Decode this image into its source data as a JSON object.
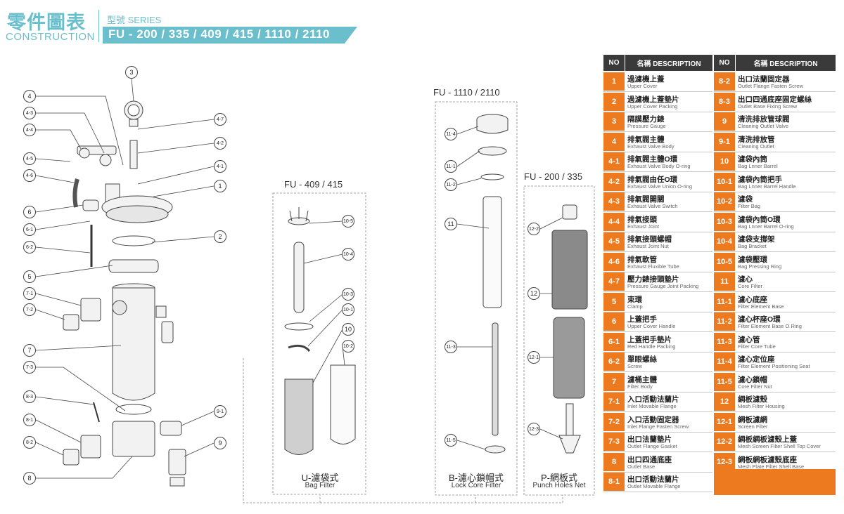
{
  "header": {
    "title_zh": "零件圖表",
    "title_en": "CONSTRUCTION",
    "series_label": "型號 SERIES",
    "models": "FU - 200 / 335 / 409 / 415 / 1110 / 2110"
  },
  "colors": {
    "accent": "#6bbfcc",
    "table_orange": "#ee7a1f",
    "table_header": "#3a3a3a"
  },
  "main_callouts": [
    "3",
    "4",
    "4-3",
    "4-4",
    "4-5",
    "4-6",
    "6",
    "6-1",
    "6-2",
    "5",
    "7-1",
    "7-2",
    "7",
    "7-3",
    "8-3",
    "8-1",
    "8-2",
    "8",
    "4-7",
    "4-2",
    "4-1",
    "1",
    "2",
    "9-1",
    "9"
  ],
  "groups": {
    "bag": {
      "title": "FU - 409 / 415",
      "caption_zh": "U-濾袋式",
      "caption_en": "Bag Filter",
      "callouts": [
        "10-5",
        "10-4",
        "10-3",
        "10-1",
        "10",
        "10-2"
      ]
    },
    "core": {
      "title": "FU - 1110 / 2110",
      "caption_zh": "B-濾心鎖帽式",
      "caption_en": "Lock Core Filter",
      "callouts": [
        "11-4",
        "11-1",
        "11-2",
        "11",
        "11-3",
        "11-5"
      ]
    },
    "mesh": {
      "title": "FU - 200 / 335",
      "caption_zh": "P-網板式",
      "caption_en": "Punch Holes Net",
      "callouts": [
        "12-2",
        "12",
        "12-1",
        "12-3"
      ]
    }
  },
  "table": {
    "headers": {
      "no": "NO",
      "desc": "名稱 DESCRIPTION"
    },
    "left": [
      {
        "no": "1",
        "zh": "過濾機上蓋",
        "en": "Upper Cover"
      },
      {
        "no": "2",
        "zh": "過濾機上蓋墊片",
        "en": "Upper Cover Packing"
      },
      {
        "no": "3",
        "zh": "隔膜壓力錶",
        "en": "Pressure Gauge"
      },
      {
        "no": "4",
        "zh": "排氣閥主體",
        "en": "Exhaust Valve Body"
      },
      {
        "no": "4-1",
        "zh": "排氣閥主體O環",
        "en": "Exhaust Valve Body O-ring"
      },
      {
        "no": "4-2",
        "zh": "排氣閥由任O環",
        "en": "Exhaust Valve Union O-ring"
      },
      {
        "no": "4-3",
        "zh": "排氣閥開關",
        "en": "Exhaust Valve Switch"
      },
      {
        "no": "4-4",
        "zh": "排氣接頭",
        "en": "Exhaust Joint"
      },
      {
        "no": "4-5",
        "zh": "排氣接頭螺帽",
        "en": "Exhaust Joint Nut"
      },
      {
        "no": "4-6",
        "zh": "排氣軟管",
        "en": "Exhaust Fluxible Tube"
      },
      {
        "no": "4-7",
        "zh": "壓力錶接頭墊片",
        "en": "Pressure Gauge Joint Packing"
      },
      {
        "no": "5",
        "zh": "束環",
        "en": "Clamp"
      },
      {
        "no": "6",
        "zh": "上蓋把手",
        "en": "Upper Cover Handle"
      },
      {
        "no": "6-1",
        "zh": "上蓋把手墊片",
        "en": "Red Handle Packing"
      },
      {
        "no": "6-2",
        "zh": "單眼螺絲",
        "en": "Screw"
      },
      {
        "no": "7",
        "zh": "濾桶主體",
        "en": "Filter Body"
      },
      {
        "no": "7-1",
        "zh": "入口活動法蘭片",
        "en": "Inlet Movable Flange"
      },
      {
        "no": "7-2",
        "zh": "入口活動固定器",
        "en": "Inlet Flange Fasten Screw"
      },
      {
        "no": "7-3",
        "zh": "出口法蘭墊片",
        "en": "Outlet Flange Gasket"
      },
      {
        "no": "8",
        "zh": "出口四通底座",
        "en": "Outlet Base"
      },
      {
        "no": "8-1",
        "zh": "出口活動法蘭片",
        "en": "Outlet Movable Flange"
      }
    ],
    "right": [
      {
        "no": "8-2",
        "zh": "出口法蘭固定器",
        "en": "Outlet Flange Fasten Screw"
      },
      {
        "no": "8-3",
        "zh": "出口四通底座固定螺絲",
        "en": "Outlet Base Fixing Screw"
      },
      {
        "no": "9",
        "zh": "清洗排放管球閥",
        "en": "Cleaning Outlet Valve"
      },
      {
        "no": "9-1",
        "zh": "清洗排放管",
        "en": "Cleaning Outlet"
      },
      {
        "no": "10",
        "zh": "濾袋內筒",
        "en": "Bag Lnner Barrel"
      },
      {
        "no": "10-1",
        "zh": "濾袋內筒把手",
        "en": "Bag Lnner Barrel Handle"
      },
      {
        "no": "10-2",
        "zh": "濾袋",
        "en": "Filter Bag"
      },
      {
        "no": "10-3",
        "zh": "濾袋內筒O環",
        "en": "Bag Lnner Barrel O-ring"
      },
      {
        "no": "10-4",
        "zh": "濾袋支撐架",
        "en": "Bag Bracket"
      },
      {
        "no": "10-5",
        "zh": "濾袋壓環",
        "en": "Bag Pressing Ring"
      },
      {
        "no": "11",
        "zh": "濾心",
        "en": "Core Filter"
      },
      {
        "no": "11-1",
        "zh": "濾心底座",
        "en": "Filter Element Base"
      },
      {
        "no": "11-2",
        "zh": "濾心杯座O環",
        "en": "Filter Element Base O Ring"
      },
      {
        "no": "11-3",
        "zh": "濾心管",
        "en": "Filter Core Tube"
      },
      {
        "no": "11-4",
        "zh": "濾心定位座",
        "en": "Filter Element Positioning Seat"
      },
      {
        "no": "11-5",
        "zh": "濾心鎖帽",
        "en": "Core Filter Nut"
      },
      {
        "no": "12",
        "zh": "網板濾殼",
        "en": "Mesh Filter Housing"
      },
      {
        "no": "12-1",
        "zh": "網板濾網",
        "en": "Screen Filter"
      },
      {
        "no": "12-2",
        "zh": "網板網板濾殼上蓋",
        "en": "Mesh Screen Filter Shell Top Cover"
      },
      {
        "no": "12-3",
        "zh": "網板網板濾殼底座",
        "en": "Mesh Plate Filter Shell Base"
      }
    ]
  }
}
